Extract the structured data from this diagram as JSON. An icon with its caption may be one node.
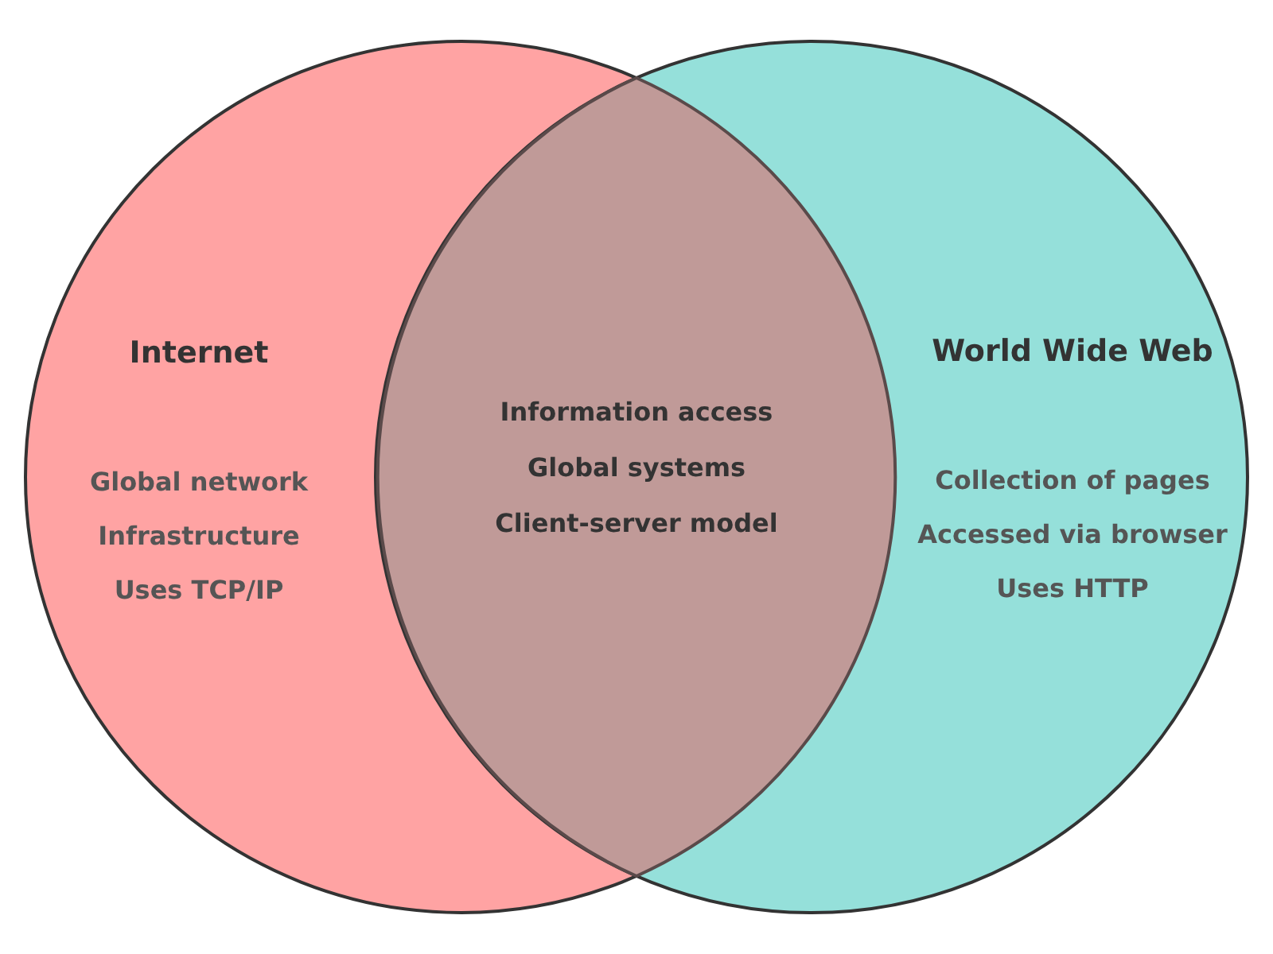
{
  "diagram": {
    "nodes": [
      {
        "text": [
          "Internet",
          "Global network",
          "Infrastructure",
          "Uses TCP/IP"
        ]
      },
      {
        "text": [
          "World Wide Web",
          "Collection of pages",
          "Accessed via browser",
          "Uses HTTP"
        ]
      },
      {
        "text": [
          "Information access",
          "Global systems",
          "Client-server model"
        ]
      }
    ]
  }
}
